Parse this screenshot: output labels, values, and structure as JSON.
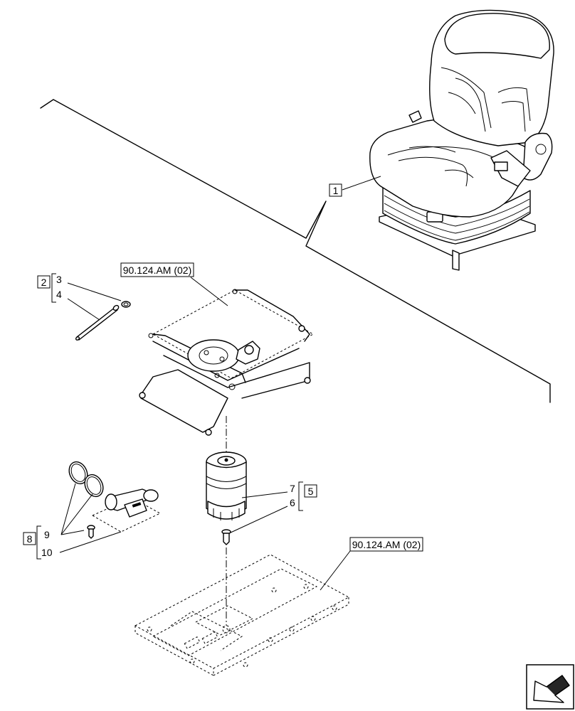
{
  "callouts": {
    "c1": "1",
    "c2": "2",
    "c3": "3",
    "c4": "4",
    "c5": "5",
    "c6": "6",
    "c7": "7",
    "c8": "8",
    "c9": "9",
    "c10": "10"
  },
  "references": {
    "ref_upper": "90.124.AM (02)",
    "ref_lower": "90.124.AM (02)"
  },
  "nav_icon": "next-page-arrow-icon"
}
